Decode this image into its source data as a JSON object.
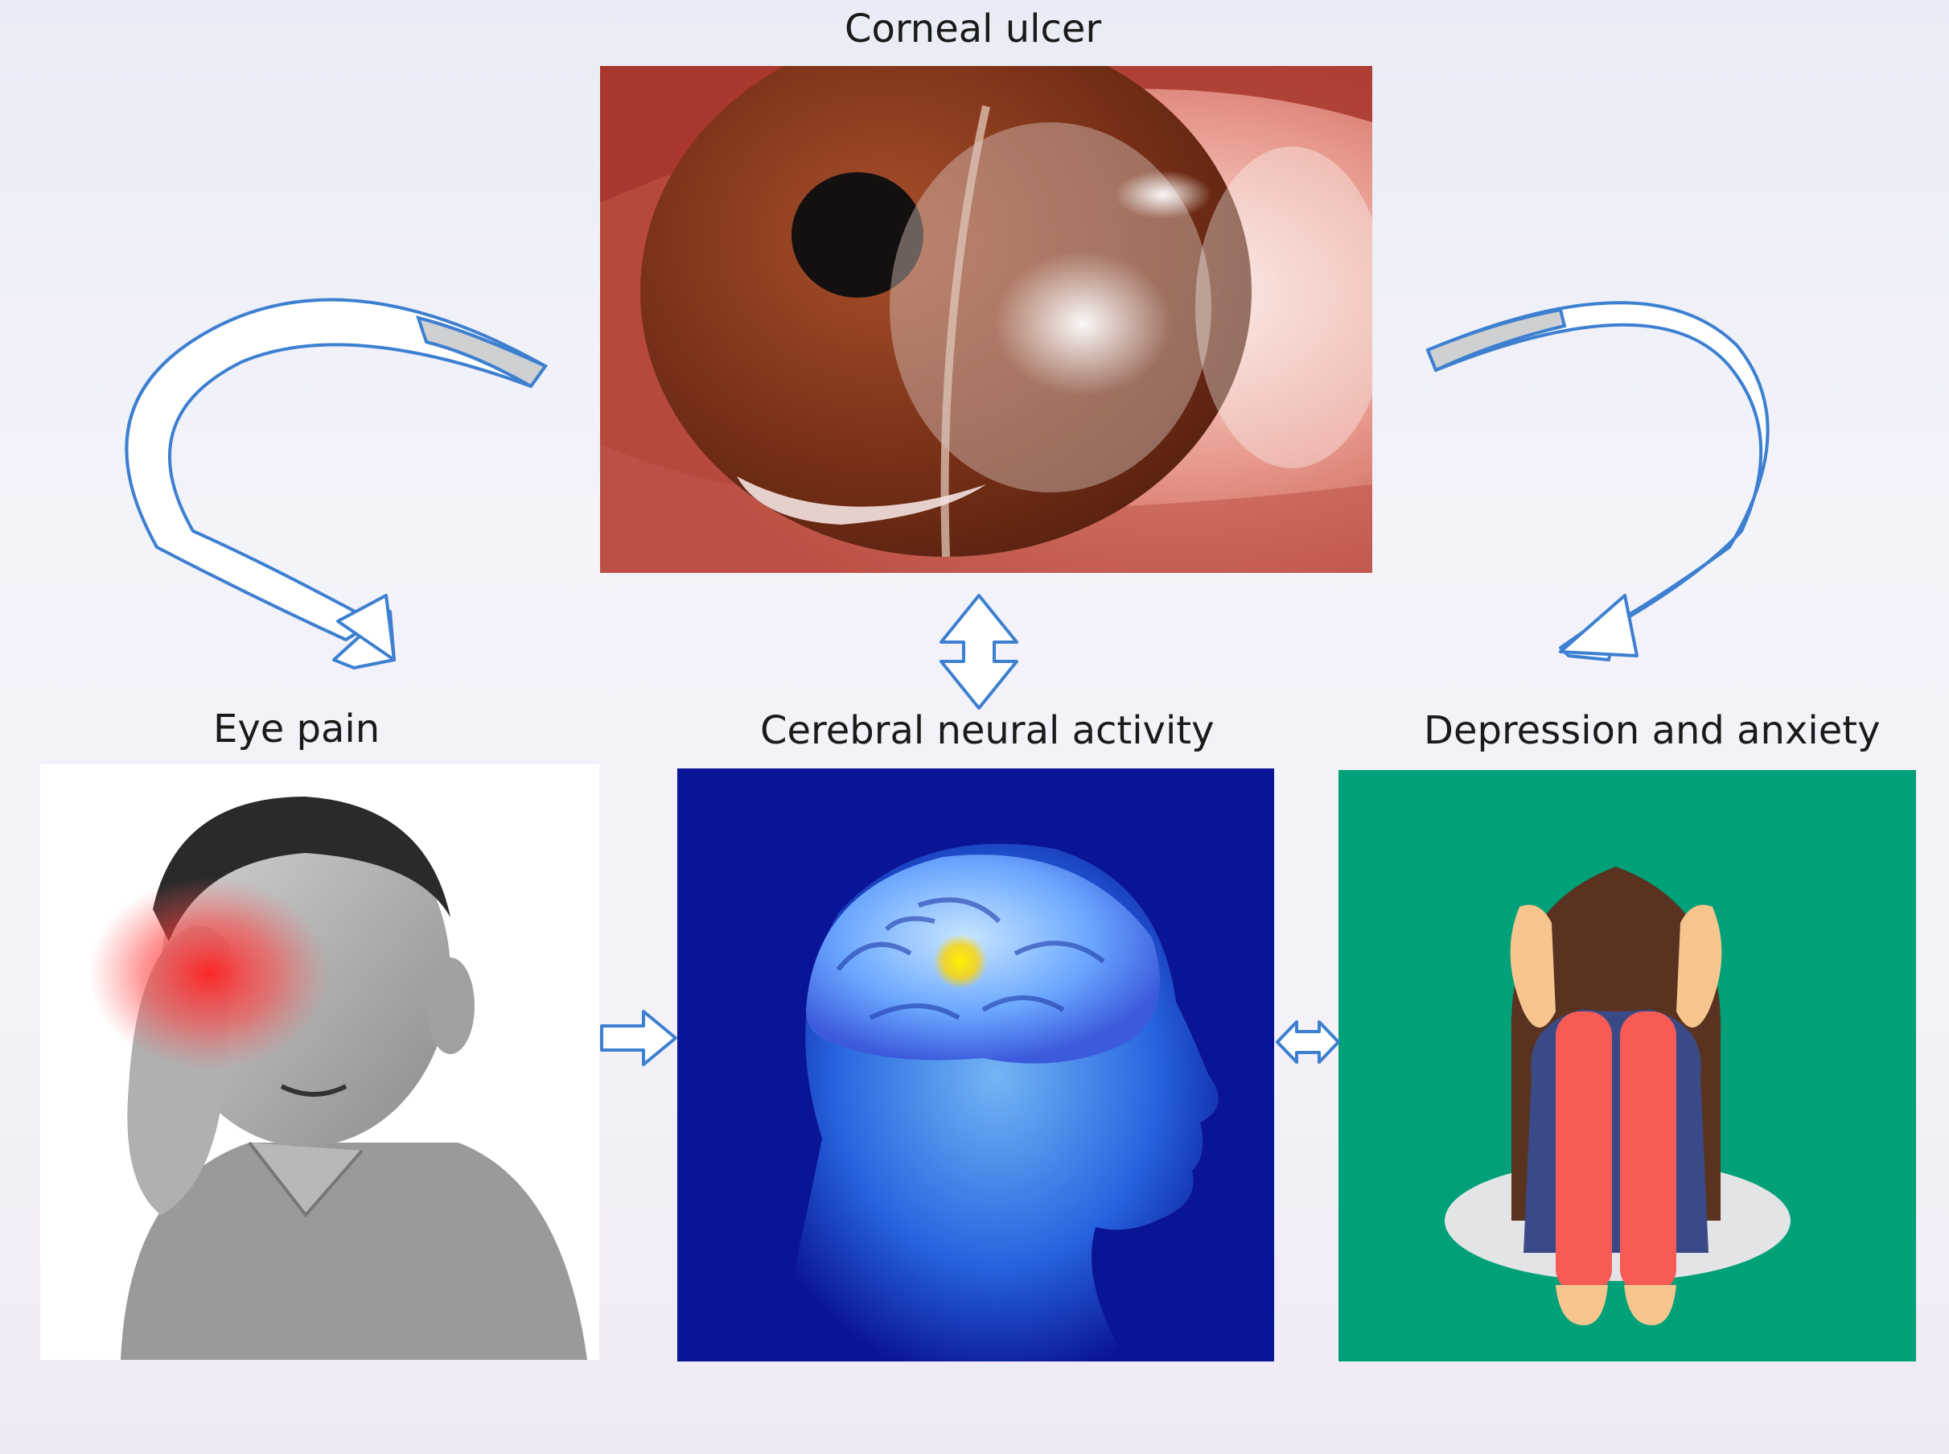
{
  "labels": {
    "corneal_ulcer": "Corneal ulcer",
    "eye_pain": "Eye pain",
    "cerebral_neural_activity": "Cerebral neural activity",
    "depression_anxiety": "Depression and anxiety"
  },
  "colors": {
    "arrow_stroke": "#3d7fd0",
    "arrow_fill": "#ffffff",
    "arrow_tail": "#cfd0d2",
    "brain_bg": "#0a1496",
    "depression_bg": "#00a078"
  },
  "icons": {
    "eye_photo": "eye-closeup-icon",
    "pain_photo": "man-holding-eye-icon",
    "brain": "brain-head-icon",
    "depression": "sitting-person-icon"
  }
}
